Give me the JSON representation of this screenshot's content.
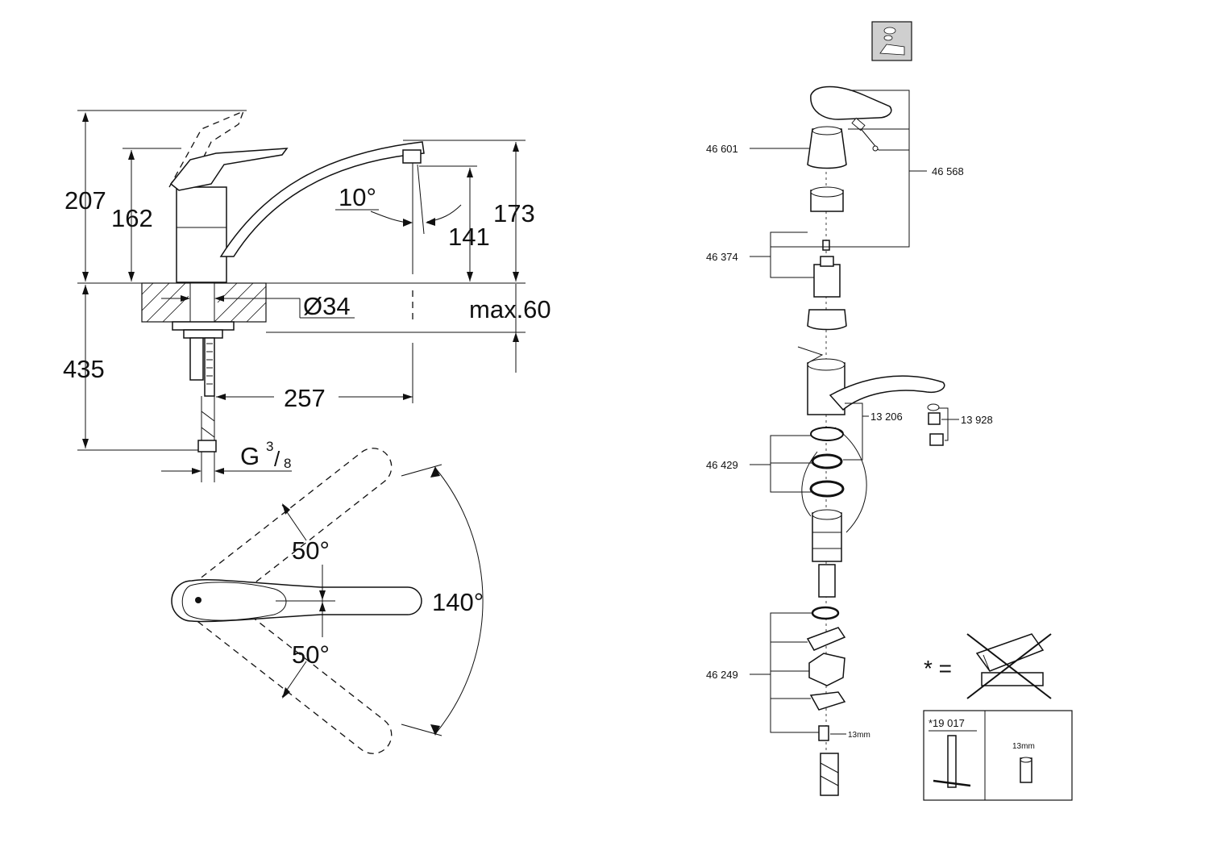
{
  "dimensions": {
    "total_height": "207",
    "handle_height": "162",
    "spout_angle": "10°",
    "outlet_height": "141",
    "spout_height": "173",
    "hole_diameter": "Ø34",
    "deck_thickness": "max.60",
    "hose_length": "435",
    "spout_reach": "257",
    "connection": "G",
    "connection_num": "3",
    "connection_den": "8",
    "swivel_left": "50°",
    "swivel_right": "50°",
    "swivel_total": "140°"
  },
  "parts": {
    "lever": "46 568",
    "cap": "46 601",
    "cartridge": "46 374",
    "spout_body": "13 206",
    "aerator": "13 928",
    "seals": "46 429",
    "mounting": "46 249",
    "wrench_size": "13mm",
    "tool_label": "*19 017",
    "tool_size": "13mm",
    "star_note": "* ="
  },
  "icons": {
    "maintenance": "maintenance-icon",
    "no_abrasive": "crossed-out-cleaner-icon"
  }
}
